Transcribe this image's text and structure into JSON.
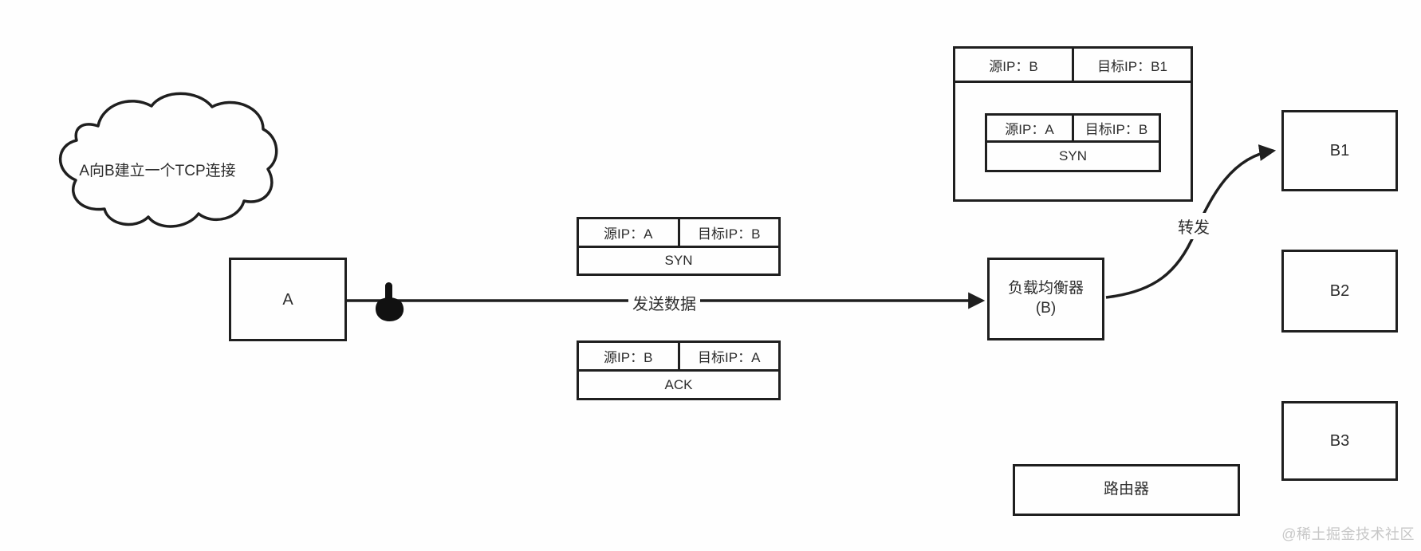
{
  "canvas": {
    "watermark": "@稀土掘金技术社区"
  },
  "colors": {
    "stroke": "#1f1f1f",
    "text": "#2d2d2d",
    "watermark": "#c7c7c7",
    "background": "#fefefe"
  },
  "annotation": {
    "cloud_note": "A向B建立一个TCP连接"
  },
  "nodes": {
    "client_a": {
      "label": "A"
    },
    "load_balancer": {
      "title": "负载均衡器",
      "subtitle": "(B)"
    },
    "server_b1": {
      "label": "B1"
    },
    "server_b2": {
      "label": "B2"
    },
    "server_b3": {
      "label": "B3"
    },
    "router": {
      "label": "路由器"
    }
  },
  "packets": {
    "syn": {
      "src": "源IP：A",
      "dst": "目标IP：B",
      "flag": "SYN"
    },
    "ack": {
      "src": "源IP：B",
      "dst": "目标IP：A",
      "flag": "ACK"
    },
    "forwarded": {
      "outer_src": "源IP：B",
      "outer_dst": "目标IP：B1",
      "inner": {
        "src": "源IP：A",
        "dst": "目标IP：B",
        "flag": "SYN"
      }
    }
  },
  "edges": {
    "send_data": {
      "label": "发送数据"
    },
    "forward": {
      "label": "转发"
    }
  }
}
